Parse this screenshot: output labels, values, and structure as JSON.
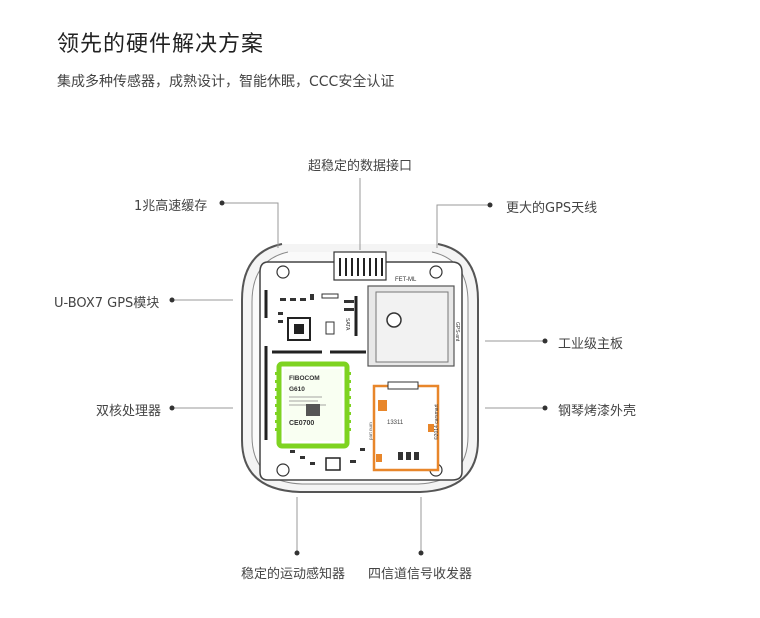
{
  "header": {
    "title": "领先的硬件解决方案",
    "subtitle": "集成多种传感器，成熟设计，智能休眠，CCC安全认证"
  },
  "callouts": {
    "data_port": "超稳定的数据接口",
    "cache": "1兆高速缓存",
    "gps_antenna": "更大的GPS天线",
    "gps_module": "U-BOX7 GPS模块",
    "mainboard": "工业级主板",
    "dual_core": "双核处理器",
    "shell": "钢琴烤漆外壳",
    "motion_sensor": "稳定的运动感知器",
    "transceiver": "四信道信号收发器"
  },
  "board_text": {
    "connector": "FET-ML",
    "module_brand": "FIBOCOM",
    "module_model": "G610",
    "ce_mark": "CE0700",
    "chip_code": "13311",
    "sim_text": "©2014 carsmart",
    "sata_text": "SATA",
    "antenna_text": "GPS-ant",
    "port_text": "part num"
  },
  "colors": {
    "module_green": "#7ed321",
    "sim_orange": "#e8862a",
    "line": "#999999"
  }
}
